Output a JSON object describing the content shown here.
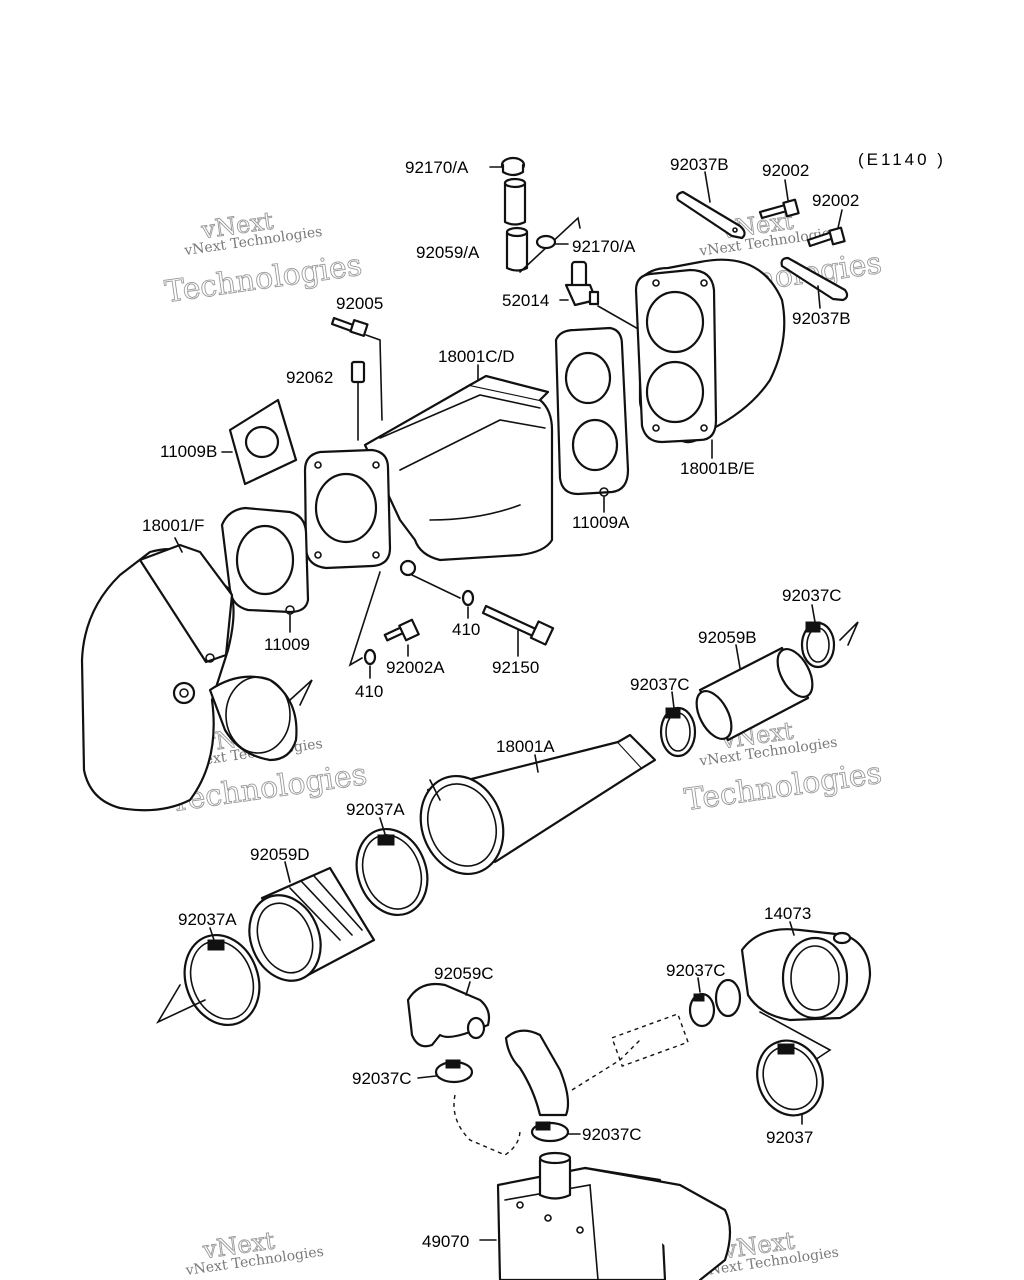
{
  "diagram_code": "(E1140 )",
  "watermark": {
    "line1": "vNext",
    "line2": "vNext Technologies",
    "line3": "Technologies"
  },
  "labels": {
    "p92170A_top": "92170/A",
    "p92059A": "92059/A",
    "p92170A_mid": "92170/A",
    "p52014": "52014",
    "p92037B_top": "92037B",
    "p92002_a": "92002",
    "p92002_b": "92002",
    "p92037B_right": "92037B",
    "p92005": "92005",
    "p18001CD": "18001C/D",
    "p92062": "92062",
    "p11009B": "11009B",
    "p18001BE": "18001B/E",
    "p11009A": "11009A",
    "p18001F": "18001/F",
    "p11009": "11009",
    "p410_a": "410",
    "p410_b": "410",
    "p92002A": "92002A",
    "p92150": "92150",
    "p92037C_a": "92037C",
    "p92059B": "92059B",
    "p92037C_b": "92037C",
    "p18001A": "18001A",
    "p92037A_a": "92037A",
    "p92059D": "92059D",
    "p92037A_b": "92037A",
    "p14073": "14073",
    "p92059C": "92059C",
    "p92037C_c": "92037C",
    "p92037C_d": "92037C",
    "p92037C_e": "92037C",
    "p92037": "92037",
    "p49070": "49070"
  }
}
